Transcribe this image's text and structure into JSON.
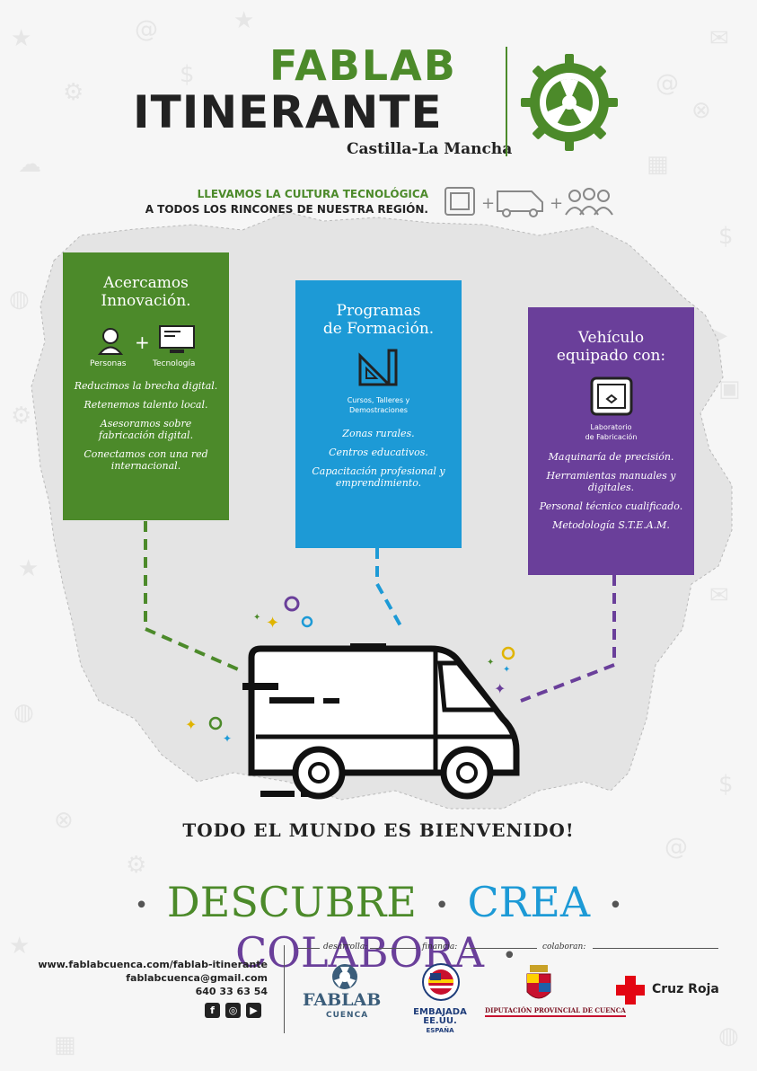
{
  "header": {
    "logo_line1": "FABLAB",
    "logo_line2": "ITINERANTE",
    "region": "Castilla-La Mancha"
  },
  "tagline": {
    "line1": "LLEVAMOS LA CULTURA TECNOLÓGICA",
    "line2": "A TODOS LOS RINCONES DE NUESTRA REGIÓN."
  },
  "cards": {
    "green": {
      "title1": "Acercamos",
      "title2": "Innovación.",
      "icon1_label": "Personas",
      "icon2_label": "Tecnología",
      "items": [
        "Reducimos la brecha digital.",
        "Retenemos talento local.",
        "Asesoramos sobre fabricación digital.",
        "Conectamos con una red internacional."
      ]
    },
    "blue": {
      "title1": "Programas",
      "title2": "de Formación.",
      "icon_label1": "Cursos, Talleres y",
      "icon_label2": "Demostraciones",
      "items": [
        "Zonas rurales.",
        "Centros educativos.",
        "Capacitación profesional y emprendimiento."
      ]
    },
    "purple": {
      "title1": "Vehículo",
      "title2": "equipado con:",
      "icon_label1": "Laboratorio",
      "icon_label2": "de Fabricación",
      "items": [
        "Maquinaría de precisión.",
        "Herramientas manuales y digitales.",
        "Personal técnico cualificado.",
        "Metodología S.T.E.A.M."
      ]
    }
  },
  "welcome": "TODO EL MUNDO ES BIENVENIDO!",
  "motto": {
    "word1": "DESCUBRE",
    "word2": "CREA",
    "word3": "COLABORA",
    "separator": "•"
  },
  "contact": {
    "web": "www.fablabcuenca.com/fablab-itinerante",
    "email": "fablabcuenca@gmail.com",
    "phone": "640 33 63 54"
  },
  "social": {
    "facebook": "f",
    "instagram": "◎",
    "youtube": "▶"
  },
  "partners": {
    "develops_label": "desarrolla:",
    "funds_label": "financia:",
    "collab_label": "colaboran:",
    "fablab_name": "FABLAB",
    "fablab_sub": "CUENCA",
    "embassy_line1": "EMBAJADA",
    "embassy_line2": "EE.UU.",
    "embassy_line3": "ESPAÑA",
    "diputacion": "DIPUTACIÓN PROVINCIAL DE CUENCA",
    "cruz_roja": "Cruz Roja"
  },
  "colors": {
    "green": "#4c8a2a",
    "blue": "#1d9ad6",
    "purple": "#6a3f9a",
    "dark": "#222222"
  },
  "icons": [
    "gear-logo-icon",
    "printer-3d-icon",
    "van-icon",
    "people-icon",
    "person-icon",
    "computer-icon",
    "ruler-triangle-icon",
    "facebook-icon",
    "instagram-icon",
    "youtube-icon",
    "red-cross-icon"
  ]
}
